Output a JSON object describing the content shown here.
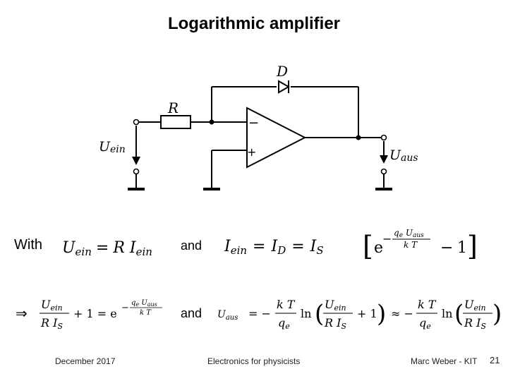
{
  "slide": {
    "title": "Logarithmic amplifier",
    "labels": {
      "diode": "D",
      "resistor": "R",
      "u_in": "U",
      "u_in_sub": "ein",
      "u_out": "U",
      "u_out_sub": "aus",
      "minus": "−",
      "plus": "+"
    },
    "with_text": "With",
    "and_text_1": "and",
    "and_text_2": "and",
    "implies": "⇒",
    "footer": {
      "date": "December 2017",
      "course": "Electronics for physicists",
      "author": "Marc Weber - KIT",
      "page": "21"
    }
  }
}
